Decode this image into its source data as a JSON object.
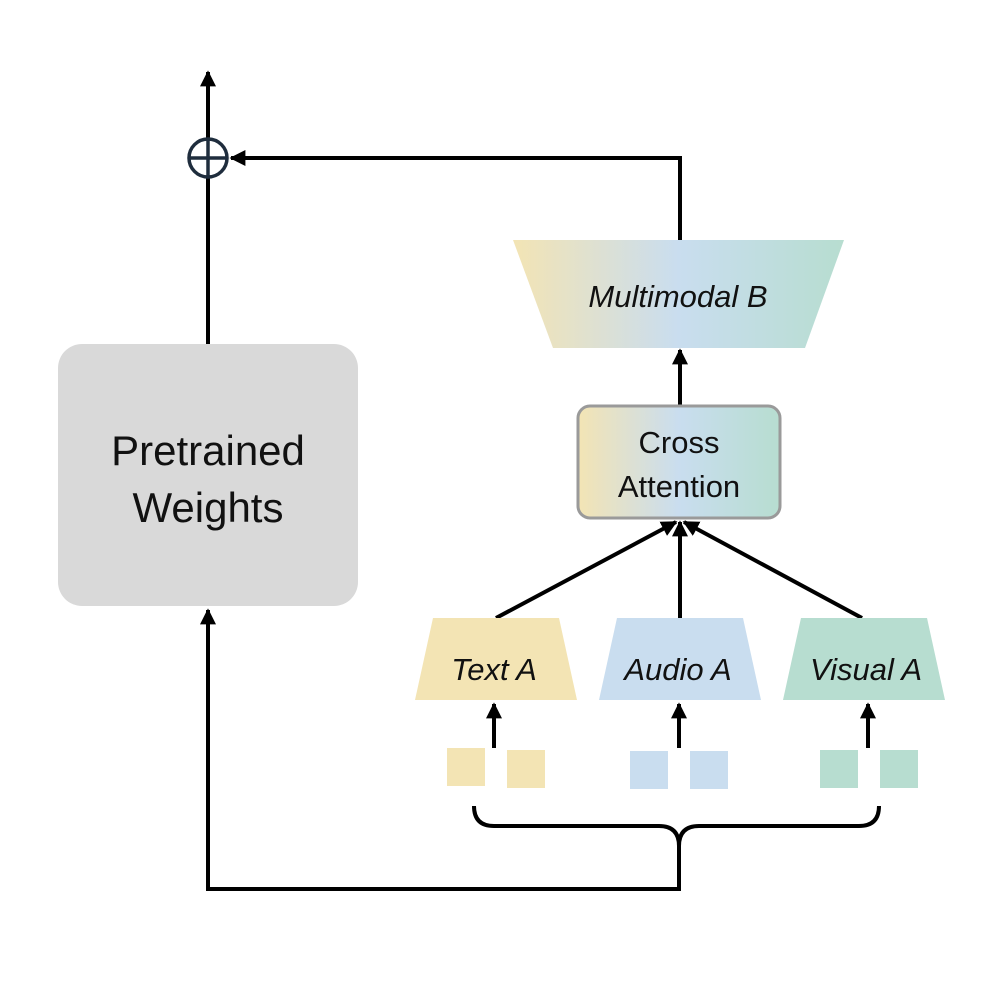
{
  "pretrained": {
    "line1": "Pretrained",
    "line2": "Weights"
  },
  "cross_attention": {
    "line1": "Cross",
    "line2": "Attention"
  },
  "multimodal": {
    "label": "Multimodal B"
  },
  "modalities": [
    {
      "label": "Text A",
      "color": "#f3e4b4"
    },
    {
      "label": "Audio A",
      "color": "#c9ddef"
    },
    {
      "label": "Visual A",
      "color": "#b7ddd0"
    }
  ],
  "colors": {
    "pretrained_fill": "#d9d9d9",
    "cross_border": "#9a9a9a",
    "plus_node": "#1f2d3d",
    "gradient_start": "#f3e4b4",
    "gradient_mid": "#c9ddef",
    "gradient_end": "#b7ddd0"
  },
  "icons": {
    "sum": "circle-plus-icon",
    "brace": "curly-brace-icon"
  }
}
